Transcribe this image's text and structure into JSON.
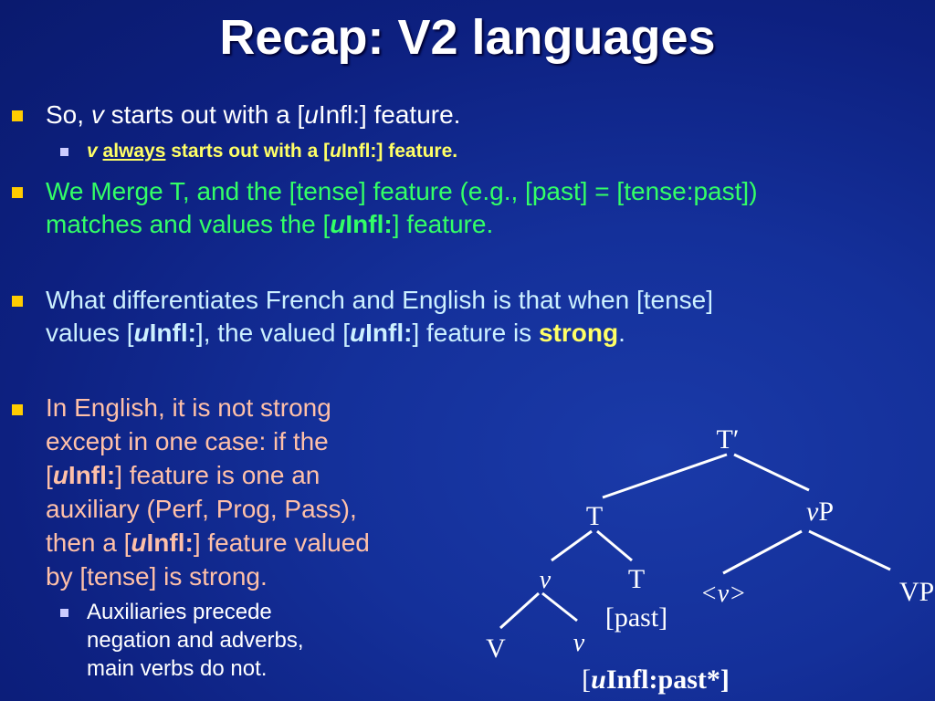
{
  "title": "Recap: V2 languages",
  "bullets": {
    "b1": {
      "pre": "So, ",
      "v": "v",
      "mid": " starts out with a [",
      "u": "u",
      "infl": "Infl:",
      "post": "] feature."
    },
    "b1a": {
      "v": "v",
      "always": "always",
      "mid": " starts out with a [",
      "u": "u",
      "infl": "Infl:",
      "post": "] feature."
    },
    "b2": {
      "l1": "We Merge T, and the [tense] feature (e.g., [past] = [tense:past])",
      "l2pre": "matches and values the [",
      "u": "u",
      "infl": "Infl:",
      "l2post": "] feature."
    },
    "b3": {
      "l1": "What differentiates French and English is that when [tense]",
      "l2a": "values [",
      "u1": "u",
      "infl1": "Infl:",
      "l2b": "], the valued [",
      "u2": "u",
      "infl2": "Infl:",
      "l2c": "] feature is ",
      "strong": "strong",
      "l2d": "."
    },
    "b4": {
      "l1": "In English, it is not strong",
      "l2": "except in one case: if the",
      "l3a": "[",
      "u1": "u",
      "infl1": "Infl:",
      "l3b": "] feature is one an",
      "l4": "auxiliary (Perf, Prog, Pass),",
      "l5a": "then a [",
      "u2": "u",
      "infl2": "Infl:",
      "l5b": "] feature valued",
      "l6": "by [tense] is strong."
    },
    "b4a": {
      "l1": "Auxiliaries precede",
      "l2": "negation and adverbs,",
      "l3": "main verbs do not."
    }
  },
  "tree": {
    "tbar": "T′",
    "t": "T",
    "vp_v": "v",
    "vp_p": "P",
    "v": "v",
    "t2": "T",
    "past": "[past]",
    "lt_v": "<v>",
    "vp2": "VP",
    "V": "V",
    "v2": "v",
    "uinfl_u": "u",
    "uinfl_rest": "Infl:past*]",
    "uinfl_open": "["
  },
  "colors": {
    "background": "#0d2080",
    "bullet": "#ffcc00",
    "green": "#33ff66",
    "light_blue": "#ccf0ff",
    "salmon": "#ffc0a8",
    "yellow": "#ffff66"
  }
}
